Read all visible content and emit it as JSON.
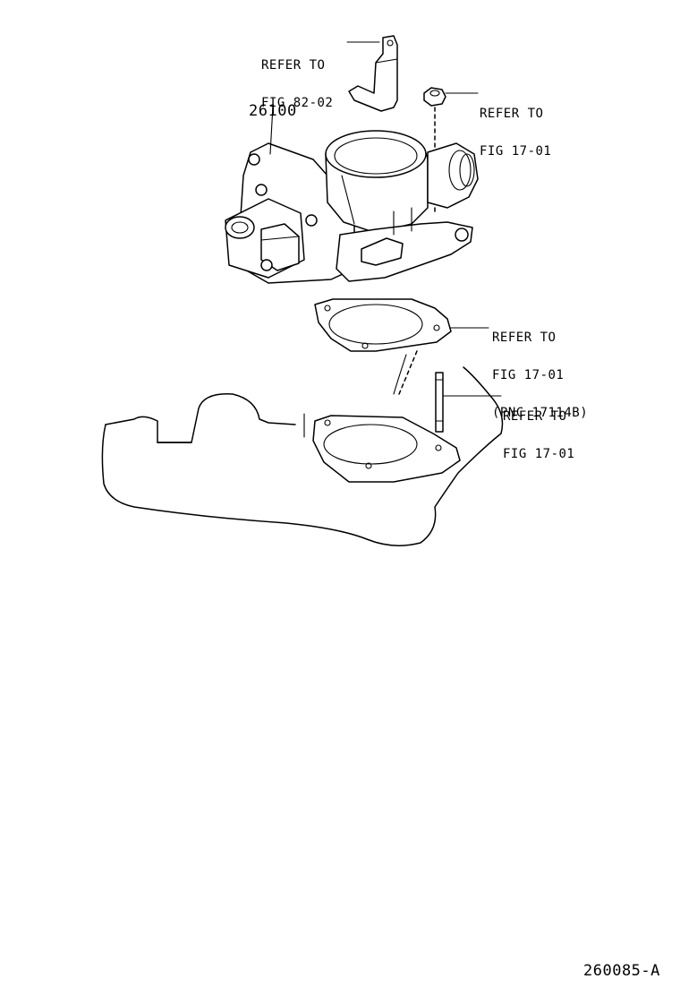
{
  "part_number": "26100",
  "figure_id": "260085-A",
  "callouts": [
    {
      "id": "bracket",
      "lines": [
        "REFER TO",
        "FIG 82-02"
      ]
    },
    {
      "id": "nut",
      "lines": [
        "REFER TO",
        "FIG 17-01"
      ]
    },
    {
      "id": "gasket",
      "lines": [
        "REFER TO",
        "FIG 17-01",
        "(PNC 17114B)"
      ]
    },
    {
      "id": "stud",
      "lines": [
        "REFER TO",
        "FIG 17-01"
      ]
    }
  ]
}
